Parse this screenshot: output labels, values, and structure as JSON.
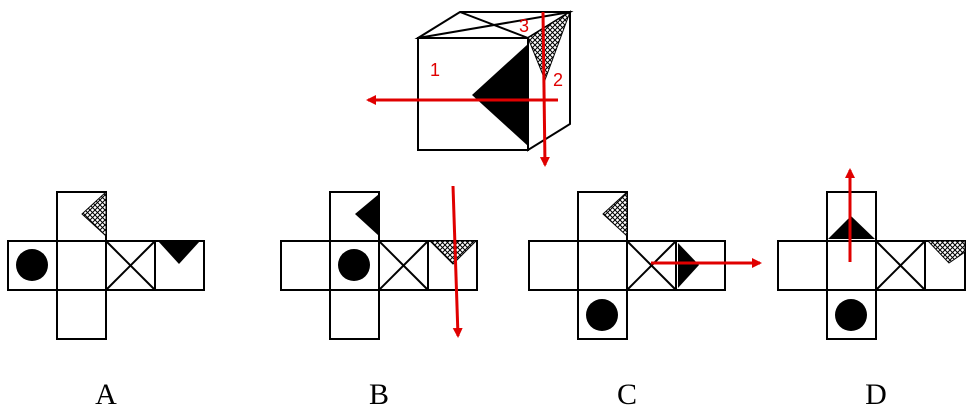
{
  "cube": {
    "face_numbers": [
      "1",
      "2",
      "3"
    ]
  },
  "options": [
    {
      "label": "A"
    },
    {
      "label": "B"
    },
    {
      "label": "C"
    },
    {
      "label": "D"
    }
  ],
  "colors": {
    "annotation": "#e00000",
    "ink": "#000000"
  }
}
